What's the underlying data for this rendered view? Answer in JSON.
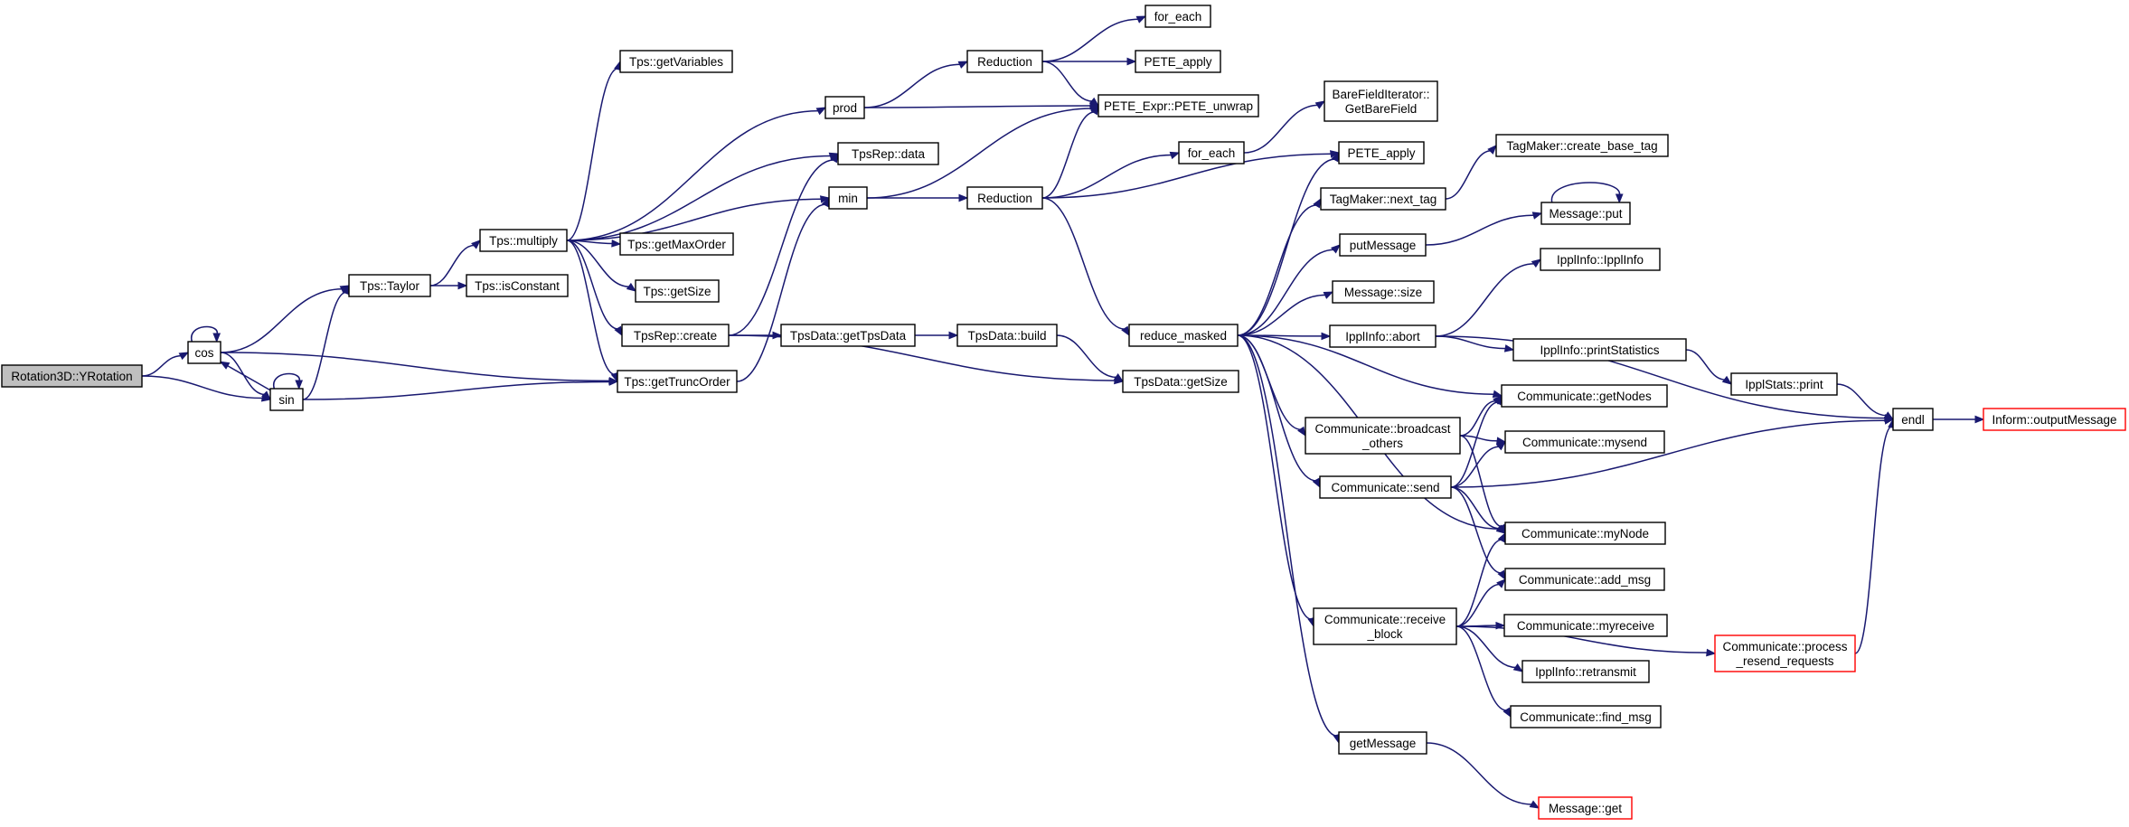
{
  "diagram": {
    "type": "call-graph",
    "colors": {
      "edge": "#191970",
      "node_border": "#000000",
      "truncated_node_border": "#ff0000",
      "root_fill": "#bfbfbf",
      "node_fill": "#ffffff"
    },
    "nodes": [
      {
        "id": "yrotation",
        "lines": [
          "Rotation3D::YRotation"
        ],
        "style": "root"
      },
      {
        "id": "cos",
        "lines": [
          "cos"
        ]
      },
      {
        "id": "sin",
        "lines": [
          "sin"
        ]
      },
      {
        "id": "tps_taylor",
        "lines": [
          "Tps::Taylor"
        ]
      },
      {
        "id": "tps_isconstant",
        "lines": [
          "Tps::isConstant"
        ]
      },
      {
        "id": "tps_multiply",
        "lines": [
          "Tps::multiply"
        ]
      },
      {
        "id": "tps_getvariables",
        "lines": [
          "Tps::getVariables"
        ]
      },
      {
        "id": "tps_getmaxorder",
        "lines": [
          "Tps::getMaxOrder"
        ]
      },
      {
        "id": "tps_getsize",
        "lines": [
          "Tps::getSize"
        ]
      },
      {
        "id": "tpsrep_create",
        "lines": [
          "TpsRep::create"
        ]
      },
      {
        "id": "tps_gettruncorder",
        "lines": [
          "Tps::getTruncOrder"
        ]
      },
      {
        "id": "tpsrep_data",
        "lines": [
          "TpsRep::data"
        ]
      },
      {
        "id": "prod",
        "lines": [
          "prod"
        ]
      },
      {
        "id": "min",
        "lines": [
          "min"
        ]
      },
      {
        "id": "tpsdata_gettpsdata",
        "lines": [
          "TpsData::getTpsData"
        ]
      },
      {
        "id": "tpsdata_build",
        "lines": [
          "TpsData::build"
        ]
      },
      {
        "id": "tpsdata_getsize",
        "lines": [
          "TpsData::getSize"
        ]
      },
      {
        "id": "reduction1",
        "lines": [
          "Reduction"
        ]
      },
      {
        "id": "reduction2",
        "lines": [
          "Reduction"
        ]
      },
      {
        "id": "for_each1",
        "lines": [
          "for_each"
        ]
      },
      {
        "id": "pete_apply1",
        "lines": [
          "PETE_apply"
        ]
      },
      {
        "id": "pete_unwrap",
        "lines": [
          "PETE_Expr::PETE_unwrap"
        ]
      },
      {
        "id": "for_each2",
        "lines": [
          "for_each"
        ]
      },
      {
        "id": "barefield",
        "lines": [
          "BareFieldIterator::",
          "GetBareField"
        ]
      },
      {
        "id": "pete_apply2",
        "lines": [
          "PETE_apply"
        ]
      },
      {
        "id": "reduce_masked",
        "lines": [
          "reduce_masked"
        ]
      },
      {
        "id": "tagmaker_next",
        "lines": [
          "TagMaker::next_tag"
        ]
      },
      {
        "id": "tagmaker_create",
        "lines": [
          "TagMaker::create_base_tag"
        ]
      },
      {
        "id": "putmessage",
        "lines": [
          "putMessage"
        ]
      },
      {
        "id": "message_put",
        "lines": [
          "Message::put"
        ]
      },
      {
        "id": "message_size",
        "lines": [
          "Message::size"
        ]
      },
      {
        "id": "ipplinfo_abort",
        "lines": [
          "IpplInfo::abort"
        ]
      },
      {
        "id": "ipplinfo_ipplinfo",
        "lines": [
          "IpplInfo::IpplInfo"
        ]
      },
      {
        "id": "ipplinfo_printstats",
        "lines": [
          "IpplInfo::printStatistics"
        ]
      },
      {
        "id": "ipplstats_print",
        "lines": [
          "IpplStats::print"
        ]
      },
      {
        "id": "endl",
        "lines": [
          "endl"
        ]
      },
      {
        "id": "inform_output",
        "lines": [
          "Inform::outputMessage"
        ],
        "style": "truncated"
      },
      {
        "id": "comm_getnodes",
        "lines": [
          "Communicate::getNodes"
        ]
      },
      {
        "id": "comm_broadcast",
        "lines": [
          "Communicate::broadcast",
          "_others"
        ]
      },
      {
        "id": "comm_mysend",
        "lines": [
          "Communicate::mysend"
        ]
      },
      {
        "id": "comm_send",
        "lines": [
          "Communicate::send"
        ]
      },
      {
        "id": "comm_mynode",
        "lines": [
          "Communicate::myNode"
        ]
      },
      {
        "id": "comm_addmsg",
        "lines": [
          "Communicate::add_msg"
        ]
      },
      {
        "id": "comm_receive",
        "lines": [
          "Communicate::receive",
          "_block"
        ]
      },
      {
        "id": "comm_myreceive",
        "lines": [
          "Communicate::myreceive"
        ]
      },
      {
        "id": "ipplinfo_retransmit",
        "lines": [
          "IpplInfo::retransmit"
        ]
      },
      {
        "id": "comm_findmsg",
        "lines": [
          "Communicate::find_msg"
        ]
      },
      {
        "id": "comm_process",
        "lines": [
          "Communicate::process",
          "_resend_requests"
        ],
        "style": "truncated"
      },
      {
        "id": "getmessage",
        "lines": [
          "getMessage"
        ]
      },
      {
        "id": "message_get",
        "lines": [
          "Message::get"
        ],
        "style": "truncated"
      }
    ],
    "edges": [
      [
        "yrotation",
        "cos"
      ],
      [
        "yrotation",
        "sin"
      ],
      [
        "cos",
        "cos"
      ],
      [
        "cos",
        "sin"
      ],
      [
        "cos",
        "tps_taylor"
      ],
      [
        "cos",
        "tps_gettruncorder"
      ],
      [
        "sin",
        "sin"
      ],
      [
        "sin",
        "cos"
      ],
      [
        "sin",
        "tps_taylor"
      ],
      [
        "sin",
        "tps_gettruncorder"
      ],
      [
        "tps_taylor",
        "tps_isconstant"
      ],
      [
        "tps_taylor",
        "tps_multiply"
      ],
      [
        "tps_multiply",
        "tps_getvariables"
      ],
      [
        "tps_multiply",
        "prod"
      ],
      [
        "tps_multiply",
        "tpsrep_data"
      ],
      [
        "tps_multiply",
        "min"
      ],
      [
        "tps_multiply",
        "tps_getmaxorder"
      ],
      [
        "tps_multiply",
        "tps_getsize"
      ],
      [
        "tps_multiply",
        "tpsrep_create"
      ],
      [
        "tps_multiply",
        "tps_gettruncorder"
      ],
      [
        "tpsrep_create",
        "tpsrep_data"
      ],
      [
        "tpsrep_create",
        "tpsdata_gettpsdata"
      ],
      [
        "tpsrep_create",
        "tpsdata_getsize"
      ],
      [
        "tps_gettruncorder",
        "min"
      ],
      [
        "prod",
        "reduction1"
      ],
      [
        "prod",
        "pete_unwrap"
      ],
      [
        "reduction1",
        "for_each1"
      ],
      [
        "reduction1",
        "pete_apply1"
      ],
      [
        "reduction1",
        "pete_unwrap"
      ],
      [
        "min",
        "pete_unwrap"
      ],
      [
        "min",
        "reduction2"
      ],
      [
        "reduction2",
        "pete_unwrap"
      ],
      [
        "reduction2",
        "for_each2"
      ],
      [
        "reduction2",
        "pete_apply2"
      ],
      [
        "reduction2",
        "reduce_masked"
      ],
      [
        "for_each2",
        "barefield"
      ],
      [
        "tpsdata_gettpsdata",
        "tpsdata_build"
      ],
      [
        "tpsdata_build",
        "tpsdata_getsize"
      ],
      [
        "reduce_masked",
        "pete_apply2"
      ],
      [
        "reduce_masked",
        "tagmaker_next"
      ],
      [
        "reduce_masked",
        "putmessage"
      ],
      [
        "reduce_masked",
        "message_size"
      ],
      [
        "reduce_masked",
        "ipplinfo_abort"
      ],
      [
        "reduce_masked",
        "comm_getnodes"
      ],
      [
        "reduce_masked",
        "comm_broadcast"
      ],
      [
        "reduce_masked",
        "comm_send"
      ],
      [
        "reduce_masked",
        "comm_mynode"
      ],
      [
        "reduce_masked",
        "comm_receive"
      ],
      [
        "reduce_masked",
        "getmessage"
      ],
      [
        "tagmaker_next",
        "tagmaker_create"
      ],
      [
        "putmessage",
        "message_put"
      ],
      [
        "message_put",
        "message_put"
      ],
      [
        "ipplinfo_abort",
        "ipplinfo_ipplinfo"
      ],
      [
        "ipplinfo_abort",
        "ipplinfo_printstats"
      ],
      [
        "ipplinfo_abort",
        "endl"
      ],
      [
        "ipplinfo_printstats",
        "ipplstats_print"
      ],
      [
        "ipplstats_print",
        "endl"
      ],
      [
        "endl",
        "inform_output"
      ],
      [
        "comm_broadcast",
        "comm_getnodes"
      ],
      [
        "comm_broadcast",
        "comm_mysend"
      ],
      [
        "comm_broadcast",
        "comm_mynode"
      ],
      [
        "comm_send",
        "comm_getnodes"
      ],
      [
        "comm_send",
        "comm_mysend"
      ],
      [
        "comm_send",
        "endl"
      ],
      [
        "comm_send",
        "comm_mynode"
      ],
      [
        "comm_send",
        "comm_addmsg"
      ],
      [
        "comm_receive",
        "comm_mynode"
      ],
      [
        "comm_receive",
        "comm_addmsg"
      ],
      [
        "comm_receive",
        "comm_myreceive"
      ],
      [
        "comm_receive",
        "ipplinfo_retransmit"
      ],
      [
        "comm_receive",
        "comm_findmsg"
      ],
      [
        "comm_receive",
        "comm_process"
      ],
      [
        "comm_process",
        "endl"
      ],
      [
        "getmessage",
        "message_get"
      ]
    ]
  }
}
